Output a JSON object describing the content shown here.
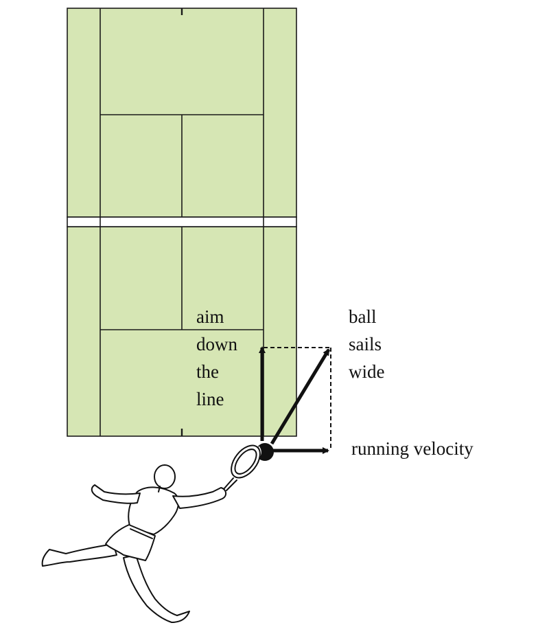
{
  "labels": {
    "aim_line1": "aim",
    "aim_line2": "down",
    "aim_line3": "the",
    "aim_line4": "line",
    "ball_line1": "ball",
    "ball_line2": "sails",
    "ball_line3": "wide",
    "running": "running velocity"
  },
  "colors": {
    "court": "#d6e6b4",
    "lines": "#1a1a1a",
    "arrows": "#111111"
  }
}
